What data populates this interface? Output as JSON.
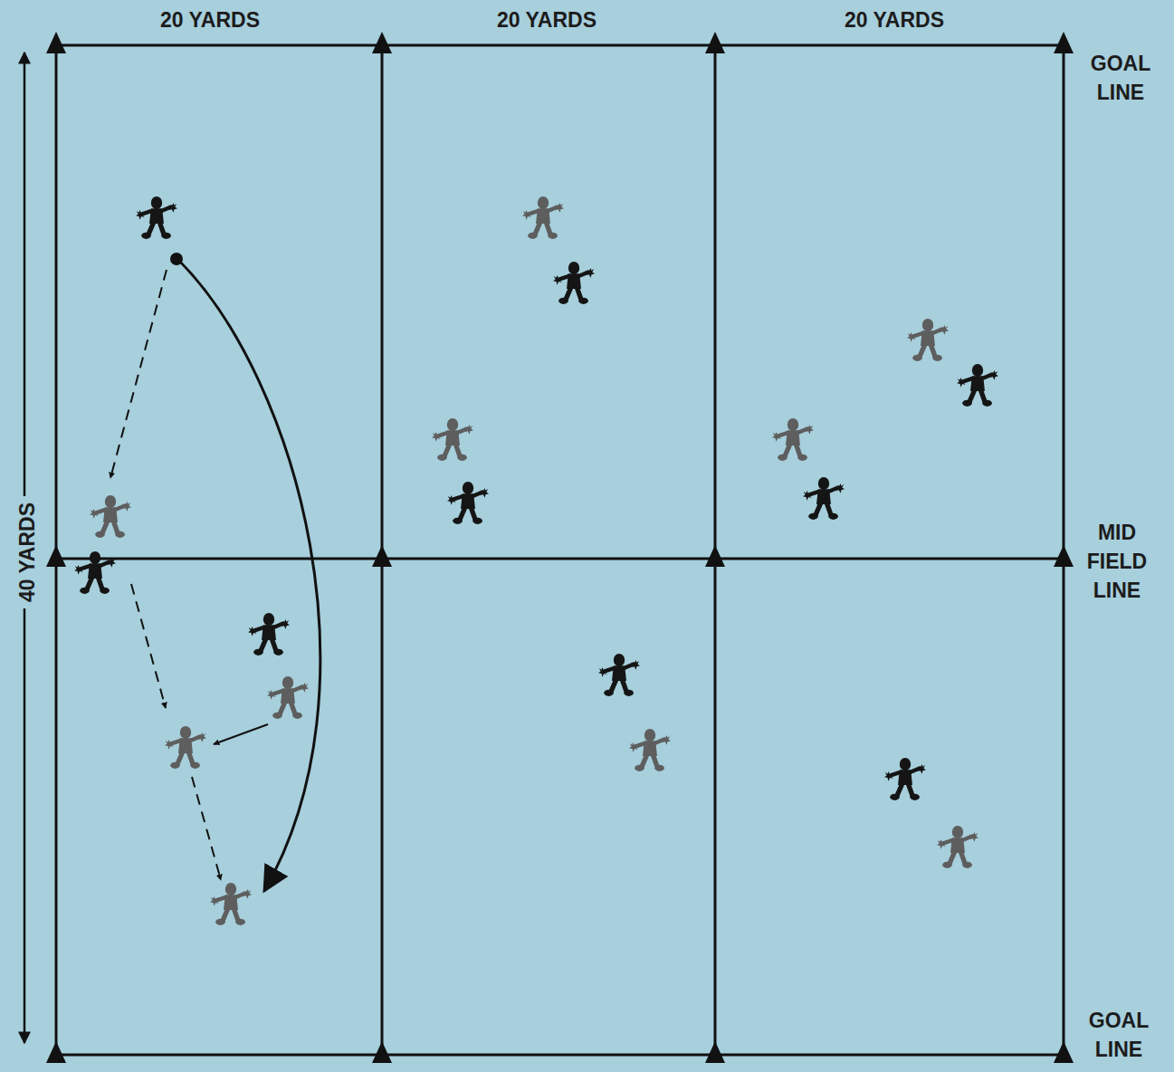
{
  "diagram": {
    "labels": [
      "20 YARDS",
      "20 YARDS",
      "20 YARDS",
      "GOAL LINE",
      "MID FIELD LINE",
      "GOAL LINE",
      "40 YARDS"
    ]
  }
}
